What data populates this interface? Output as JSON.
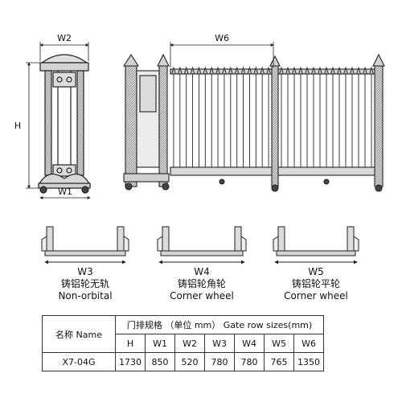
{
  "dimensions": {
    "w2": "W2",
    "w1": "W1",
    "h": "H",
    "w6": "W6"
  },
  "tracks": [
    {
      "code": "W3",
      "name_cn": "铸铝轮无轨",
      "name_en": "Non-orbital"
    },
    {
      "code": "W4",
      "name_cn": "铸铝轮角轮",
      "name_en": "Corner wheel"
    },
    {
      "code": "W5",
      "name_cn": "铸铝轮平轮",
      "name_en": "Corner wheel"
    }
  ],
  "spec_table": {
    "name_header": "名称 Name",
    "group_header": "门排规格  （单位 mm）  Gate row sizes(mm)",
    "columns": [
      "H",
      "W1",
      "W2",
      "W3",
      "W4",
      "W5",
      "W6"
    ],
    "model": "X7-04G",
    "values": [
      "1730",
      "850",
      "520",
      "780",
      "780",
      "765",
      "1350"
    ]
  },
  "colors": {
    "line": "#222222",
    "frame_fill": "#d6d6d6"
  }
}
